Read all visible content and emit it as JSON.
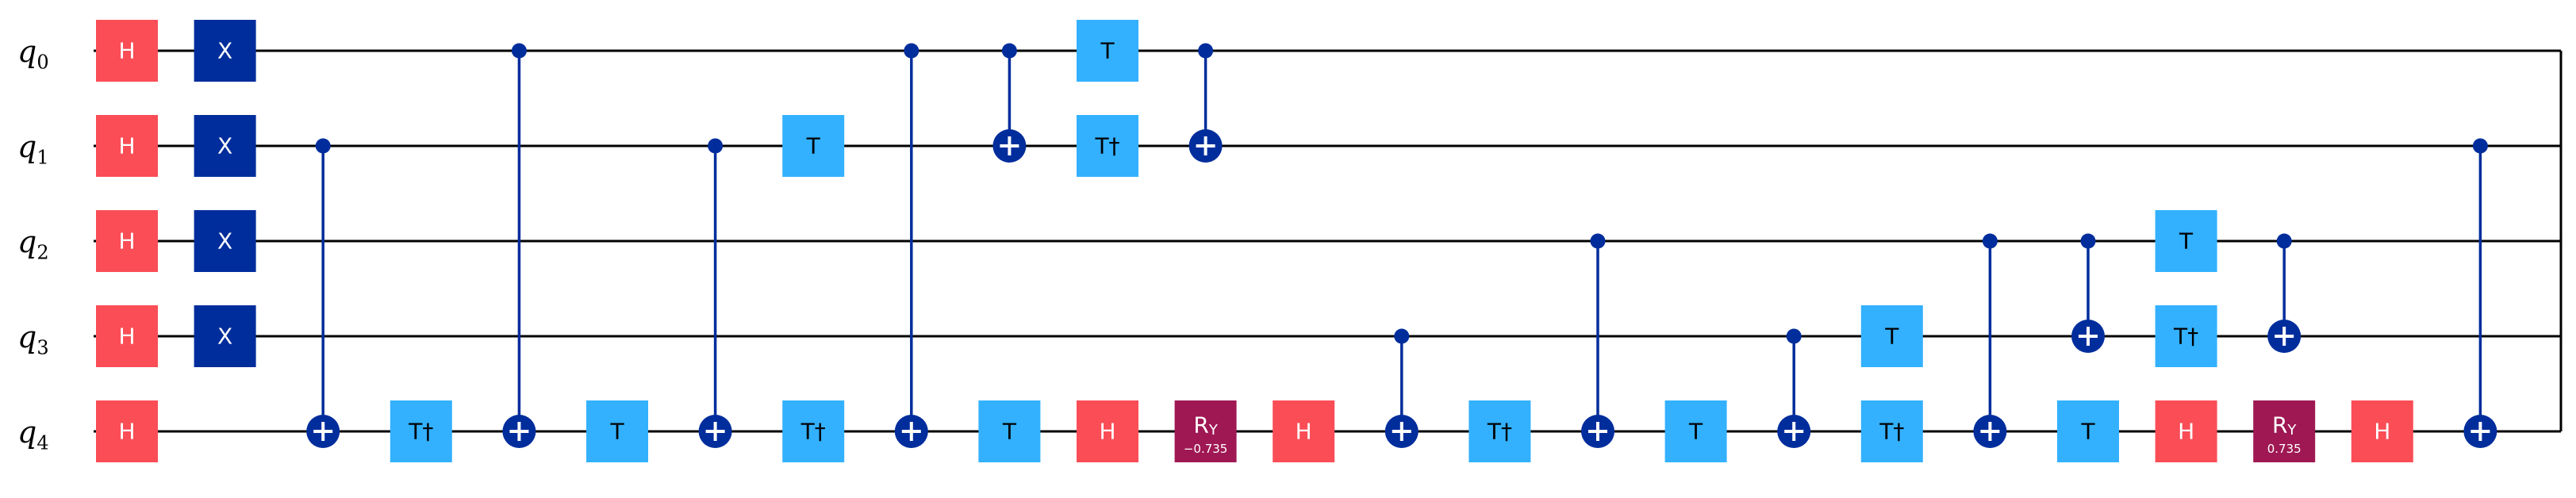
{
  "qubits": [
    {
      "base": "q",
      "index": "0"
    },
    {
      "base": "q",
      "index": "1"
    },
    {
      "base": "q",
      "index": "2"
    },
    {
      "base": "q",
      "index": "3"
    },
    {
      "base": "q",
      "index": "4"
    }
  ],
  "colors": {
    "wire": "#000000",
    "h_gate": "#fa4d56",
    "x_gate": "#002d9c",
    "t_gate": "#33b1ff",
    "ry_gate": "#9f1853",
    "control": "#002d9c",
    "gate_text_light": "#ffffff",
    "gate_text_dark": "#000000"
  },
  "gates": [
    {
      "type": "H",
      "label": "H",
      "qubit": 0,
      "step": 0
    },
    {
      "type": "H",
      "label": "H",
      "qubit": 1,
      "step": 0
    },
    {
      "type": "H",
      "label": "H",
      "qubit": 2,
      "step": 0
    },
    {
      "type": "H",
      "label": "H",
      "qubit": 3,
      "step": 0
    },
    {
      "type": "H",
      "label": "H",
      "qubit": 4,
      "step": 0
    },
    {
      "type": "X",
      "label": "X",
      "qubit": 0,
      "step": 1
    },
    {
      "type": "X",
      "label": "X",
      "qubit": 1,
      "step": 1
    },
    {
      "type": "X",
      "label": "X",
      "qubit": 2,
      "step": 1
    },
    {
      "type": "X",
      "label": "X",
      "qubit": 3,
      "step": 1
    },
    {
      "type": "CX",
      "control": 1,
      "target": 4,
      "step": 2
    },
    {
      "type": "TDG",
      "label": "T†",
      "qubit": 4,
      "step": 3
    },
    {
      "type": "CX",
      "control": 0,
      "target": 4,
      "step": 4
    },
    {
      "type": "T",
      "label": "T",
      "qubit": 4,
      "step": 5
    },
    {
      "type": "CX",
      "control": 1,
      "target": 4,
      "step": 6
    },
    {
      "type": "T",
      "label": "T",
      "qubit": 1,
      "step": 7
    },
    {
      "type": "TDG",
      "label": "T†",
      "qubit": 4,
      "step": 7
    },
    {
      "type": "CX",
      "control": 0,
      "target": 4,
      "step": 8
    },
    {
      "type": "CX",
      "control": 0,
      "target": 1,
      "step": 9
    },
    {
      "type": "T",
      "label": "T",
      "qubit": 4,
      "step": 9
    },
    {
      "type": "T",
      "label": "T",
      "qubit": 0,
      "step": 10
    },
    {
      "type": "TDG",
      "label": "T†",
      "qubit": 1,
      "step": 10
    },
    {
      "type": "H",
      "label": "H",
      "qubit": 4,
      "step": 10
    },
    {
      "type": "CX",
      "control": 0,
      "target": 1,
      "step": 11
    },
    {
      "type": "RY",
      "label": "R",
      "sub": "Y",
      "param": "−0.735",
      "qubit": 4,
      "step": 11
    },
    {
      "type": "H",
      "label": "H",
      "qubit": 4,
      "step": 12
    },
    {
      "type": "CX",
      "control": 3,
      "target": 4,
      "step": 13
    },
    {
      "type": "TDG",
      "label": "T†",
      "qubit": 4,
      "step": 14
    },
    {
      "type": "CX",
      "control": 2,
      "target": 4,
      "step": 15
    },
    {
      "type": "T",
      "label": "T",
      "qubit": 4,
      "step": 16
    },
    {
      "type": "CX",
      "control": 3,
      "target": 4,
      "step": 17
    },
    {
      "type": "T",
      "label": "T",
      "qubit": 3,
      "step": 18
    },
    {
      "type": "TDG",
      "label": "T†",
      "qubit": 4,
      "step": 18
    },
    {
      "type": "CX",
      "control": 2,
      "target": 4,
      "step": 19
    },
    {
      "type": "CX",
      "control": 2,
      "target": 3,
      "step": 20
    },
    {
      "type": "T",
      "label": "T",
      "qubit": 4,
      "step": 20
    },
    {
      "type": "T",
      "label": "T",
      "qubit": 2,
      "step": 21
    },
    {
      "type": "TDG",
      "label": "T†",
      "qubit": 3,
      "step": 21
    },
    {
      "type": "H",
      "label": "H",
      "qubit": 4,
      "step": 21
    },
    {
      "type": "CX",
      "control": 2,
      "target": 3,
      "step": 22
    },
    {
      "type": "RY",
      "label": "R",
      "sub": "Y",
      "param": "0.735",
      "qubit": 4,
      "step": 22
    },
    {
      "type": "H",
      "label": "H",
      "qubit": 4,
      "step": 23
    },
    {
      "type": "CX",
      "control": 1,
      "target": 4,
      "step": 24
    }
  ]
}
